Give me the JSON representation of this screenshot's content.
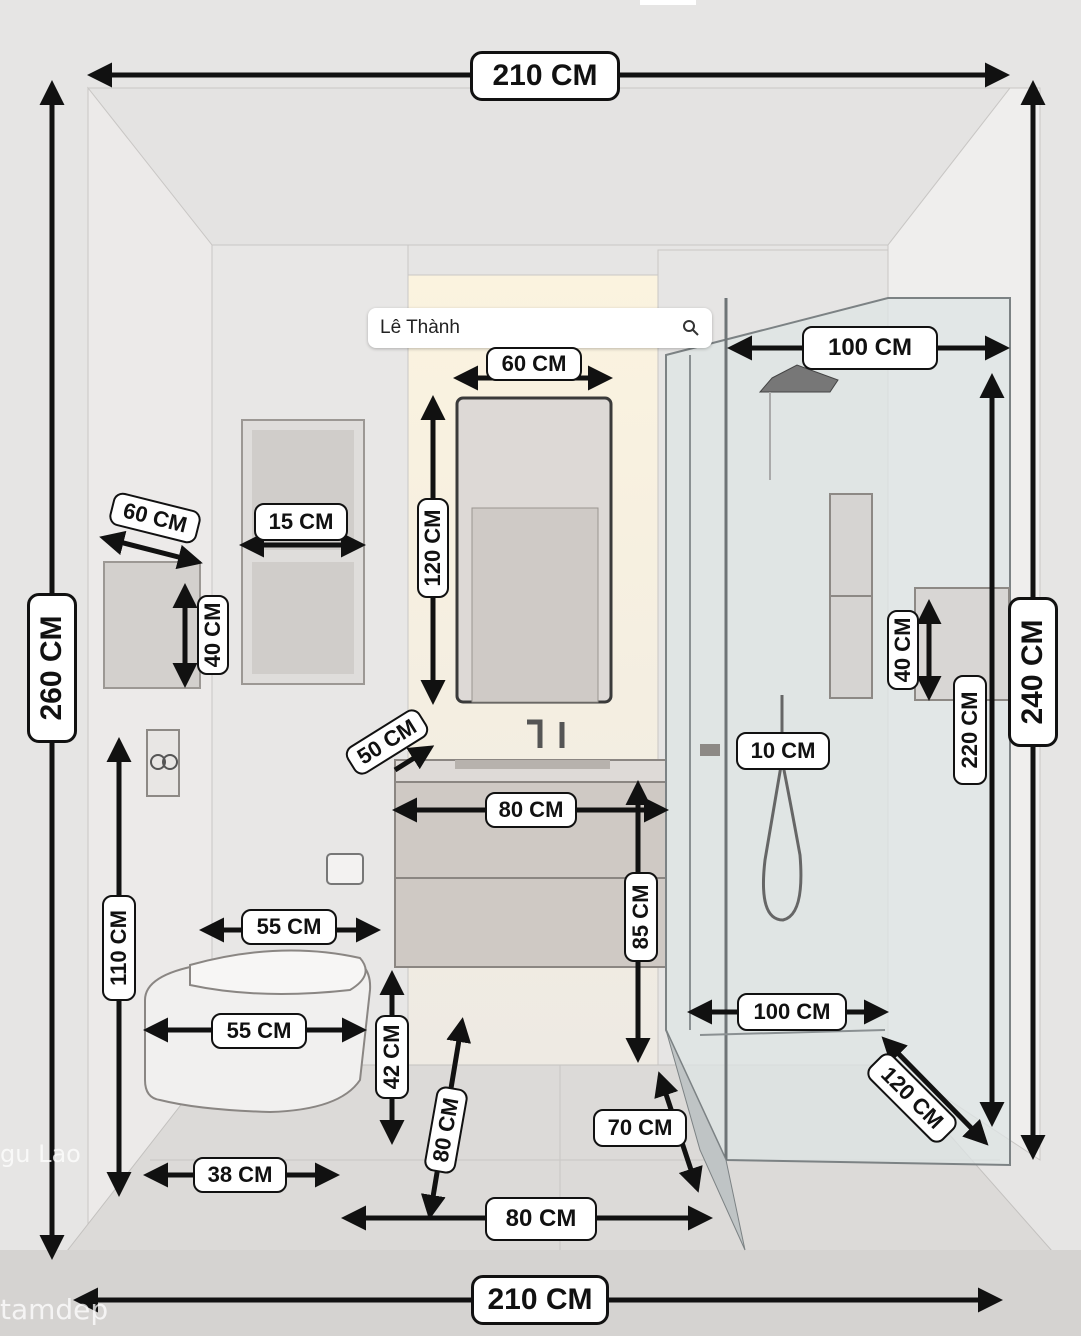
{
  "search": {
    "text": "Lê Thành",
    "icon": "search-icon"
  },
  "dimensions": {
    "top_width": "210 CM",
    "bottom_width": "210 CM",
    "left_height": "260 CM",
    "right_height": "240 CM",
    "shower_width_top": "100 CM",
    "shower_width_floor": "100 CM",
    "shower_depth": "120 CM",
    "shower_height": "220 CM",
    "shower_niche_height": "40 CM",
    "shower_hinge_gap": "10 CM",
    "mirror_width": "60 CM",
    "mirror_height": "120 CM",
    "vanity_width": "80 CM",
    "vanity_height": "85 CM",
    "vanity_depth": "50 CM",
    "vanity_floor_gap": "70 CM",
    "shelf_width": "15 CM",
    "left_niche_width": "60 CM",
    "left_niche_height": "40 CM",
    "flush_height": "110 CM",
    "toilet_width_top": "55 CM",
    "toilet_width": "55 CM",
    "toilet_height": "42 CM",
    "toilet_side_gap": "38 CM",
    "walkway_depth": "80 CM",
    "walkway_width": "80 CM"
  },
  "watermarks": {
    "left": "gu Lao",
    "bottom": "tamdep"
  },
  "colors": {
    "wall": "#e8e7e6",
    "floor": "#dcdad8",
    "cabinet": "#cfc9c4",
    "glass": "#dfe6e6",
    "line": "#111111"
  }
}
